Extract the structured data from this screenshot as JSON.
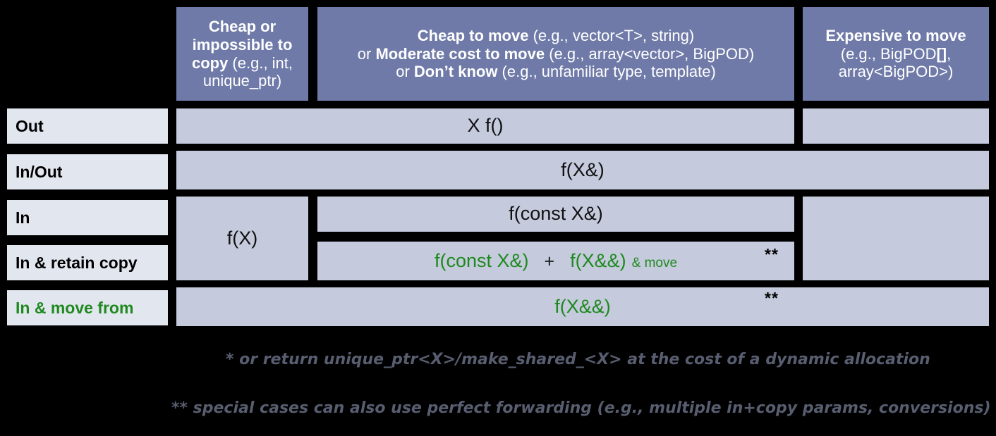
{
  "title": "C++ Parameter Passing Guidelines Table",
  "colors": {
    "header_bg": "#6f7aa8",
    "cell_bg": "#c5cadd",
    "rowlabel_bg": "#e2e6ef",
    "accent_green": "#1e8a1e",
    "background": "#000000",
    "footnote_text": "#585e70"
  },
  "header": {
    "corner": "",
    "col_cheap_copy": {
      "strong1": "Cheap or impossible to copy",
      "light1": " (e.g., int, unique_ptr)"
    },
    "col_cheap_move": {
      "line1_strong": "Cheap to move",
      "line1_light": " (e.g., vector<T>, string)",
      "line2_prefix": "or ",
      "line2_strong": "Moderate cost to move",
      "line2_light": " (e.g., array<vector>, BigPOD)",
      "line3_prefix": "or ",
      "line3_strong": "Don’t know",
      "line3_light": " (e.g., unfamiliar type, template)"
    },
    "col_expensive_move": {
      "strong1": "Expensive to move",
      "light1": " (e.g., BigPOD",
      "strong2": "[]",
      "light2": ", array<BigPOD>)"
    }
  },
  "rows": [
    {
      "label": "Out",
      "green_label": false
    },
    {
      "label": "In/Out",
      "green_label": false
    },
    {
      "label": "In",
      "green_label": false
    },
    {
      "label": "In & retain copy",
      "green_label": false
    },
    {
      "label": "In & move from",
      "green_label": true
    }
  ],
  "cells": {
    "out_main": "X f()",
    "inout_main": "f(X&)",
    "in_cheapcopy": "f(X)",
    "in_main": "f(const X&)",
    "retain_copy": {
      "part1": "f(const X&)",
      "plus": "+",
      "part2": "f(X&&)",
      "suffix": "& move"
    },
    "move_from_main": "f(X&&)",
    "star_marker": "**"
  },
  "footnotes": [
    "* or return unique_ptr<X>/make_shared_<X> at the cost of a dynamic allocation",
    "** special cases can also use perfect forwarding (e.g., multiple in+copy params, conversions)"
  ]
}
